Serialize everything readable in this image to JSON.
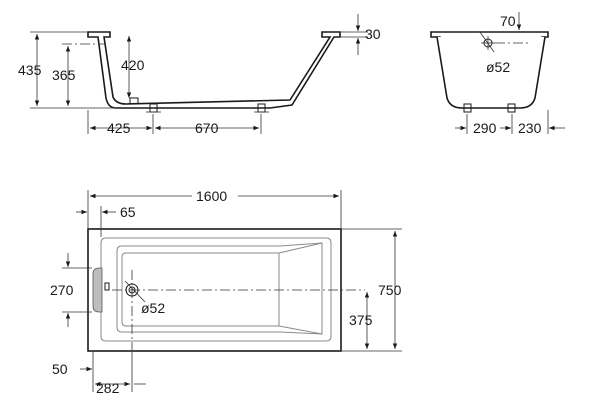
{
  "side_view": {
    "height_total": "435",
    "height_inner": "365",
    "depth": "420",
    "rim": "30",
    "leg_offset": "425",
    "leg_spacing": "670"
  },
  "end_view": {
    "drain_offset": "70",
    "drain_diameter": "ø52",
    "leg_spacing": "290",
    "leg_offset": "230"
  },
  "top_view": {
    "length": "1600",
    "rim_offset": "65",
    "width": "750",
    "drain_diameter": "ø52",
    "handle_height": "270",
    "drain_center_y": "375",
    "handle_offset": "50",
    "drain_center_x": "282"
  }
}
